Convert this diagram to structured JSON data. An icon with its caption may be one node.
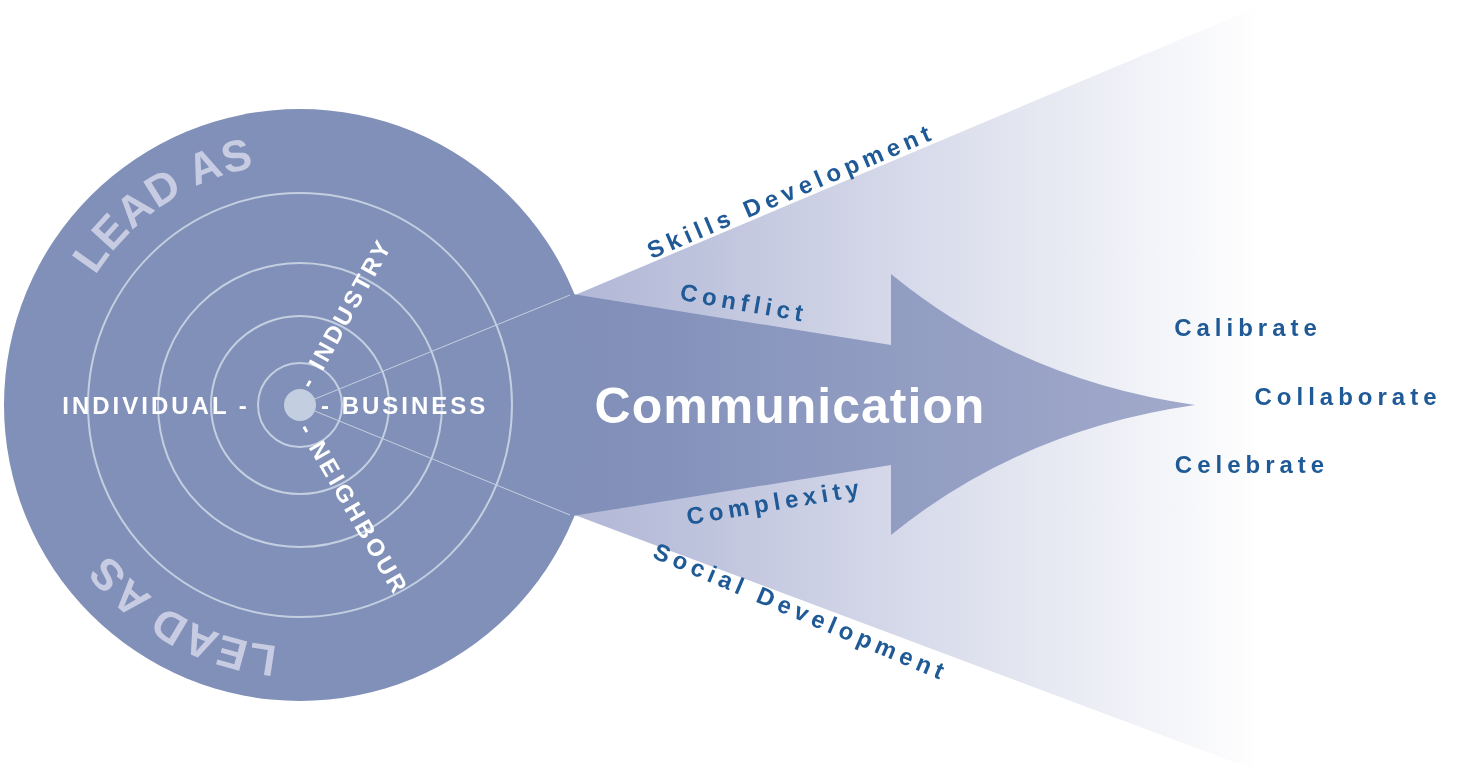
{
  "diagram": {
    "nodes": [
      {
        "text": [
          "LEAD AS",
          "- INDUSTRY",
          "INDIVIDUAL -",
          "- BUSINESS",
          "- NEIGHBOUR",
          "LEAD AS"
        ]
      },
      {
        "text": [
          "Conflict",
          "Complexity",
          "Calibrate",
          "Collaborate",
          "Celebrate"
        ],
        "beside": [
          "Skills Development",
          "Social Development"
        ]
      },
      {
        "text": [
          "Communication"
        ],
        "in": 1
      }
    ]
  }
}
